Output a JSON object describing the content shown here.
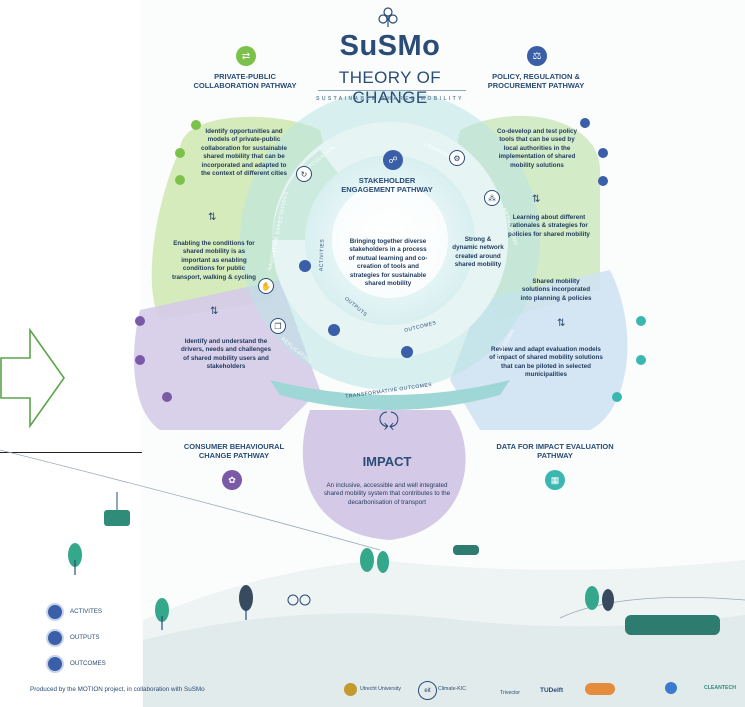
{
  "brand": {
    "name": "SuSMo",
    "subtitle": "THEORY OF CHANGE",
    "tagline": "SUSTAINABLE SHARED MOBILITY"
  },
  "pathways": {
    "private_public": "PRIVATE-PUBLIC COLLABORATION PATHWAY",
    "policy": "POLICY, REGULATION & PROCUREMENT PATHWAY",
    "stakeholder": "STAKEHOLDER ENGAGEMENT PATHWAY",
    "consumer": "CONSUMER BEHAVIOURAL CHANGE PATHWAY",
    "data": "DATA FOR IMPACT EVALUATION PATHWAY"
  },
  "texts": {
    "pp_activity": "Identify opportunities and models of private-public collaboration for sustainable shared mobility that can be incorporated and adapted to the context of different cities",
    "pp_outcome": "Enabling the conditions for shared mobility is as important as enabling conditions for public transport, walking & cycling",
    "policy_activity": "Co-develop and test policy tools that can be used by local authorities in the implementation of shared mobility solutions",
    "policy_output": "Learning about different rationales & strategies for policies for shared mobility",
    "center_activity": "Bringing together diverse stakeholders in a process of mutual learning and co-creation of tools and strategies for sustainable shared mobility",
    "center_outcome": "Strong & dynamic network created around shared mobility",
    "consumer_activity": "Identify and understand the drivers, needs and challenges of shared mobility users and stakeholders",
    "data_outcome": "Shared mobility solutions incorporated into planning & policies",
    "data_activity": "Review and adapt evaluation models of impact of shared mobility solutions that can be piloted in selected municipalities"
  },
  "ring": {
    "circulation": "CIRCULATION",
    "learning": "LEARNING",
    "navigating": "NAVIGATING EXPECTATIONS",
    "networking": "NETWORKING",
    "replication": "REPLICATION",
    "embedding": "EMBEDDING",
    "transformative": "TRANSFORMATIVE OUTCOMES",
    "activities": "ACTIVITIES",
    "outputs": "OUTPUTS",
    "outcomes": "OUTCOMES"
  },
  "impact": {
    "title": "IMPACT",
    "text": "An inclusive, accessible and well integrated shared mobility system that contributes to the decarbonisation of transport"
  },
  "legend": {
    "activities": "ACTIVITES",
    "outputs": "OUTPUTS",
    "outcomes": "OUTCOMES"
  },
  "credit": "Produced by the MOTION project, in collaboration with SuSMo",
  "logos": {
    "utrecht": "Utrecht University",
    "climate": "Climate-KIC",
    "trivector": "Trivector",
    "tudelft": "TUDelft",
    "cleantech": "CLEANTECH"
  },
  "colors": {
    "navy": "#2a4c76",
    "green": "#a9d57f",
    "purple": "#b8a9d6",
    "teal": "#8fd3c9",
    "blue": "#3a5ea8",
    "arrow": "#5aa44a"
  }
}
